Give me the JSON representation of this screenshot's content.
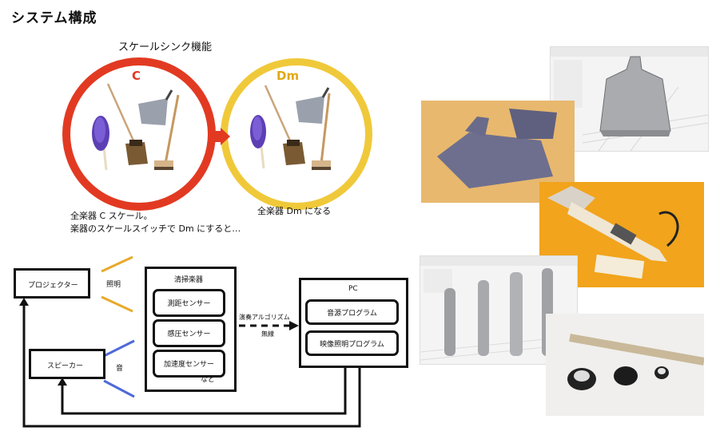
{
  "page": {
    "title": "システム構成"
  },
  "scale_sync": {
    "feature_label": "スケールシンク機能",
    "circle_c": {
      "label": "C",
      "color": "#e23a22"
    },
    "circle_dm": {
      "label": "Dm",
      "color": "#f0c93a"
    },
    "caption_dm": "全楽器 Dm になる",
    "caption_c_line1": "全楽器 C スケール。",
    "caption_c_line2": "楽器のスケールスイッチで Dm にすると…"
  },
  "diagram": {
    "projector_label": "プロジェクター",
    "speaker_label": "スピーカー",
    "lighting_label": "照明",
    "sound_label": "音",
    "broom_instrument": {
      "title": "清掃楽器",
      "sensors": [
        "測距センサー",
        "感圧センサー",
        "加速度センサー"
      ],
      "etc": "など"
    },
    "link_label": "演奏アルゴリズム",
    "wireless_label": "無線",
    "pc": {
      "title": "PC",
      "programs": [
        "音源プログラム",
        "映像照明プログラム"
      ]
    },
    "colors": {
      "lighting": "#e8a92a",
      "sound": "#4e6ad8",
      "line": "#111111"
    }
  }
}
